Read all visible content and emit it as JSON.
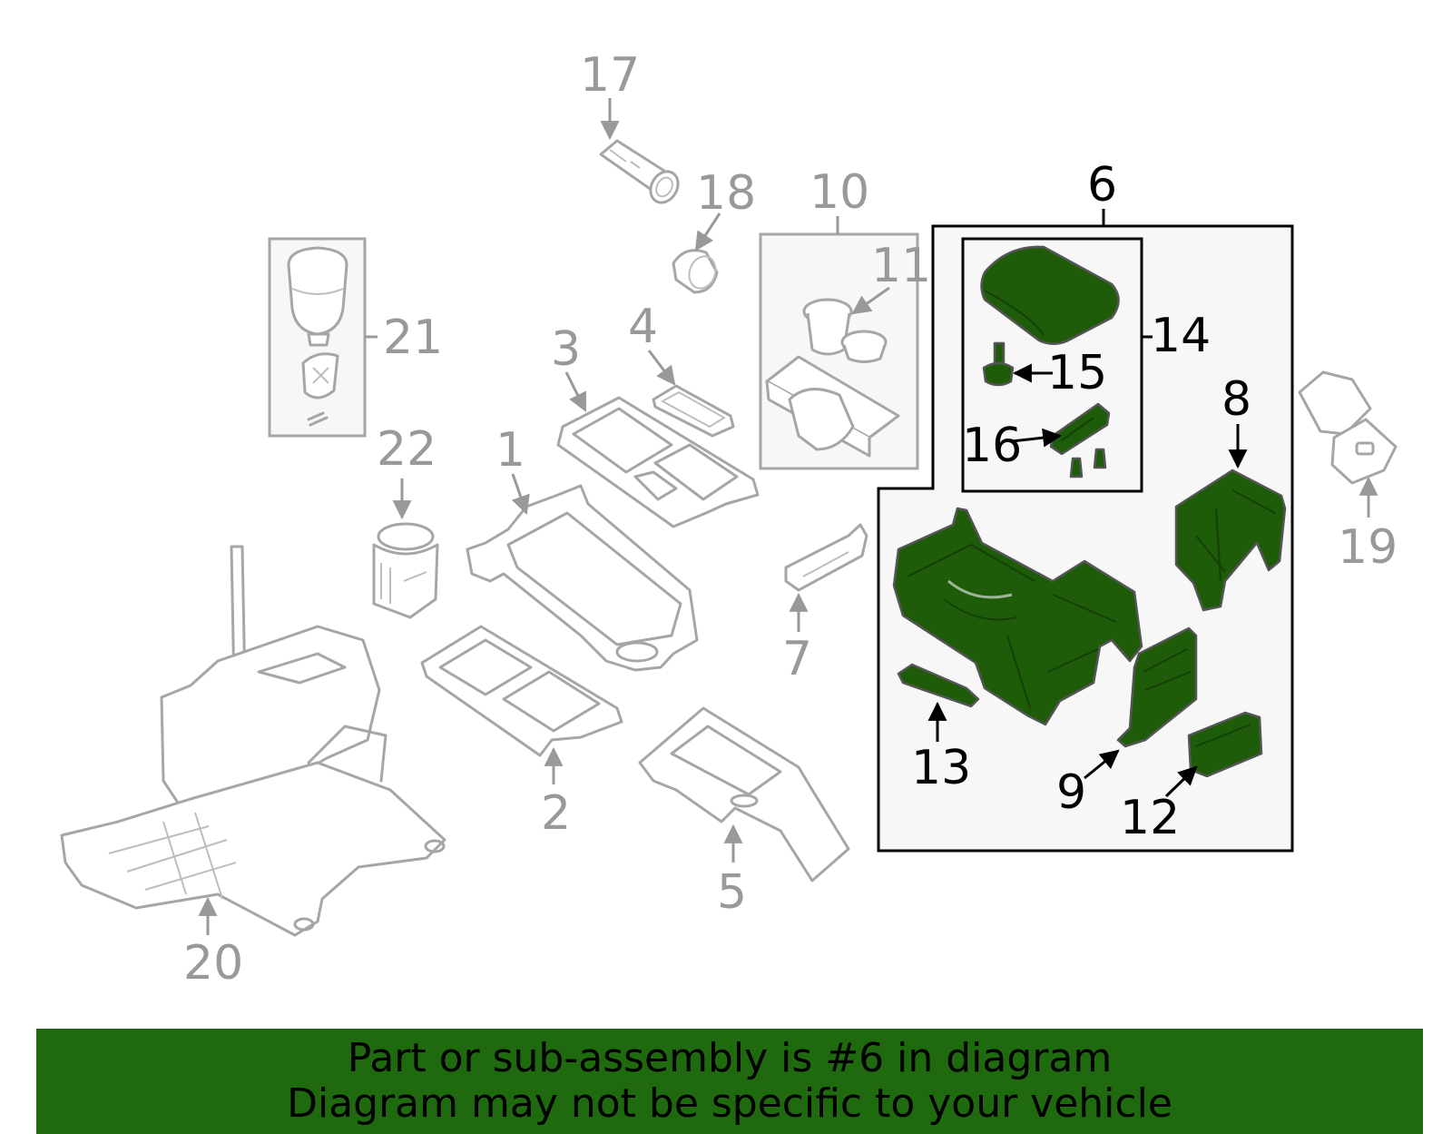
{
  "diagram": {
    "callouts": [
      "1",
      "2",
      "3",
      "4",
      "5",
      "6",
      "7",
      "8",
      "9",
      "10",
      "11",
      "12",
      "13",
      "14",
      "15",
      "16",
      "17",
      "18",
      "19",
      "20",
      "21",
      "22"
    ],
    "highlighted_part": "6",
    "colors": {
      "highlight_fill": "#1e5c0a",
      "banner": "#1f6a0e",
      "callout_default": "#999999",
      "callout_highlighted": "#000000",
      "line_art": "#a6a6a6",
      "group_box_fill": "#f7f7f7"
    }
  },
  "banner": {
    "line1": "Part or sub-assembly is #6 in diagram",
    "line2": "Diagram may not be specific to your vehicle"
  }
}
